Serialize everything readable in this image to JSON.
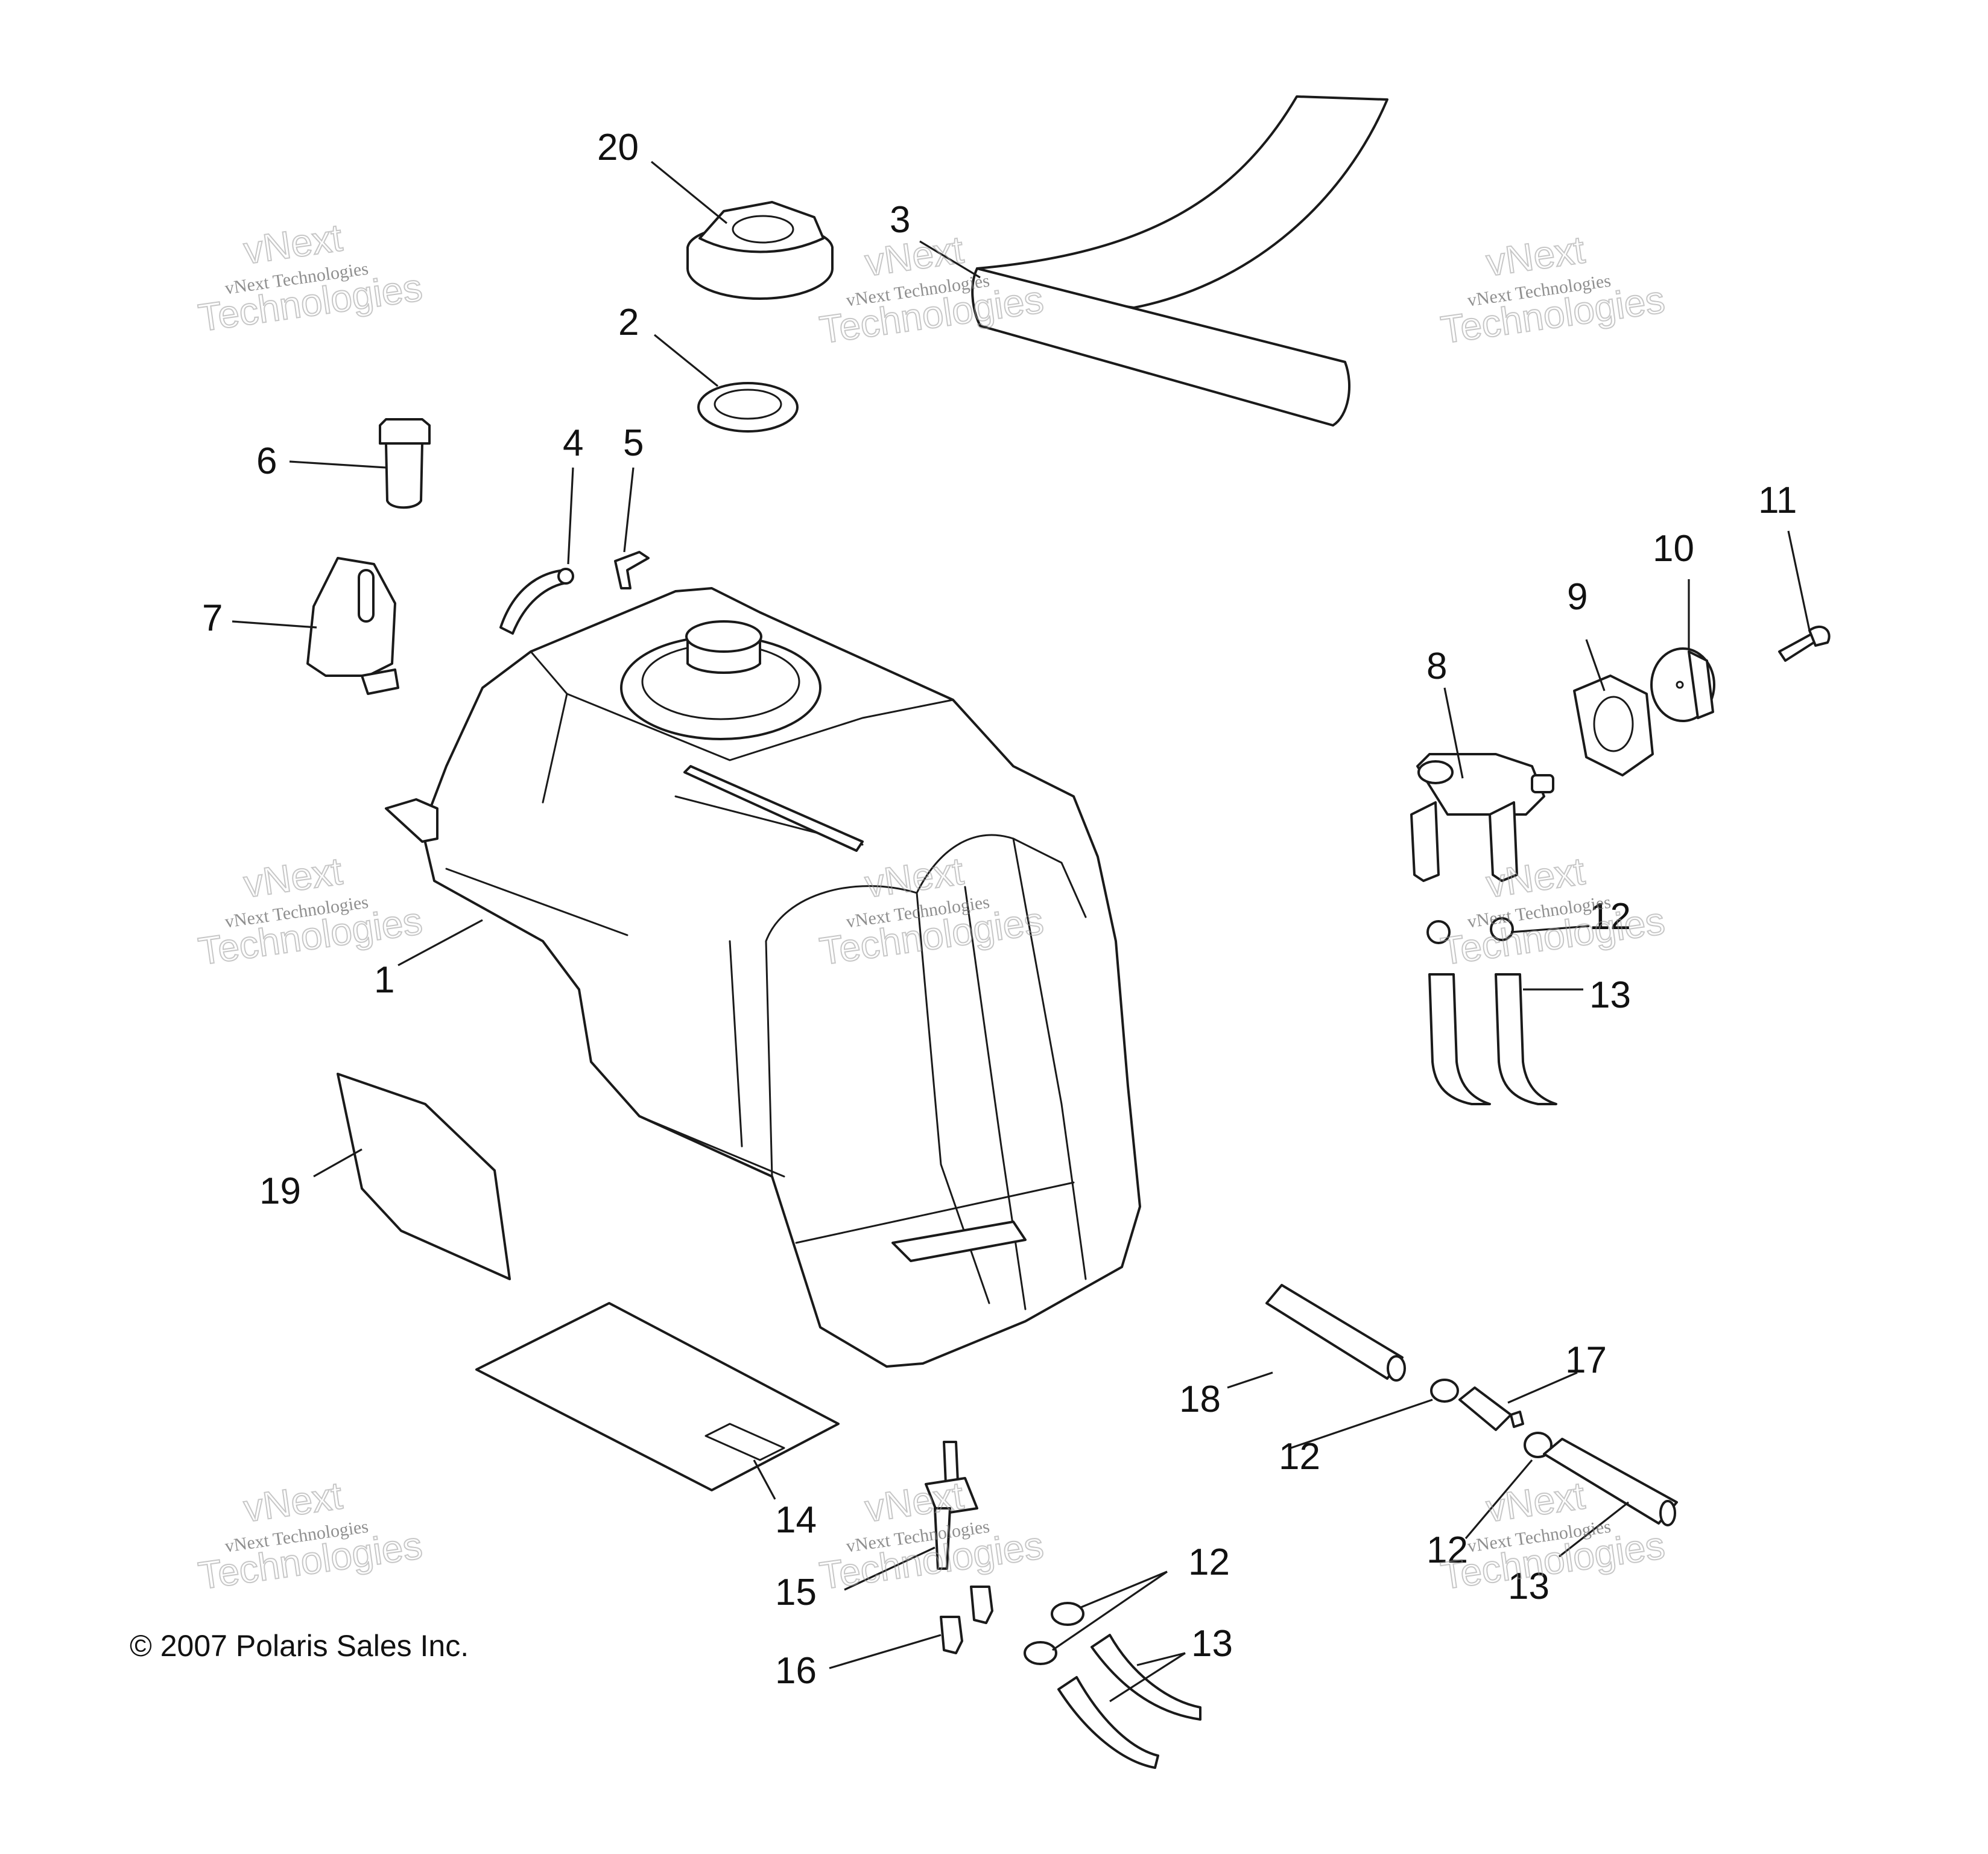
{
  "callouts": {
    "c1": "1",
    "c2": "2",
    "c3": "3",
    "c4": "4",
    "c5": "5",
    "c6": "6",
    "c7": "7",
    "c8": "8",
    "c9": "9",
    "c10": "10",
    "c11": "11",
    "c12a": "12",
    "c12b": "12",
    "c12c": "12",
    "c12d": "12",
    "c13a": "13",
    "c13b": "13",
    "c13c": "13",
    "c14": "14",
    "c15": "15",
    "c16": "16",
    "c17": "17",
    "c18": "18",
    "c19": "19",
    "c20": "20"
  },
  "watermark": {
    "line1": "vNext Technologies",
    "big_top": "vNext",
    "big_bottom": "Technologies"
  },
  "copyright": "© 2007 Polaris Sales Inc."
}
